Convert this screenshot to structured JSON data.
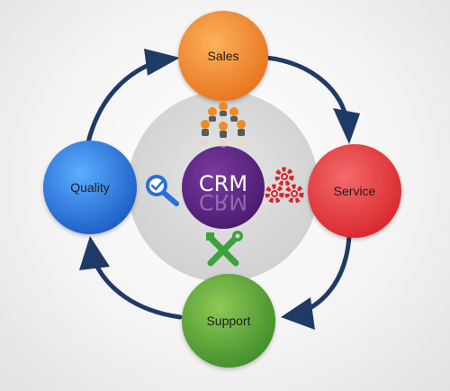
{
  "center": {
    "label": "CRM"
  },
  "nodes": [
    {
      "key": "sales",
      "label": "Sales",
      "color_light": "#fbb25a",
      "color_dark": "#e8731e"
    },
    {
      "key": "service",
      "label": "Service",
      "color_light": "#f36a6c",
      "color_dark": "#d9262b"
    },
    {
      "key": "support",
      "label": "Support",
      "color_light": "#8fc956",
      "color_dark": "#3f8e2a"
    },
    {
      "key": "quality",
      "label": "Quality",
      "color_light": "#5aaeff",
      "color_dark": "#1d5bc4"
    }
  ],
  "arrow_color": "#1f3a66",
  "icons": [
    "people-icon",
    "magnifier-check-icon",
    "gears-icon",
    "tools-icon"
  ]
}
